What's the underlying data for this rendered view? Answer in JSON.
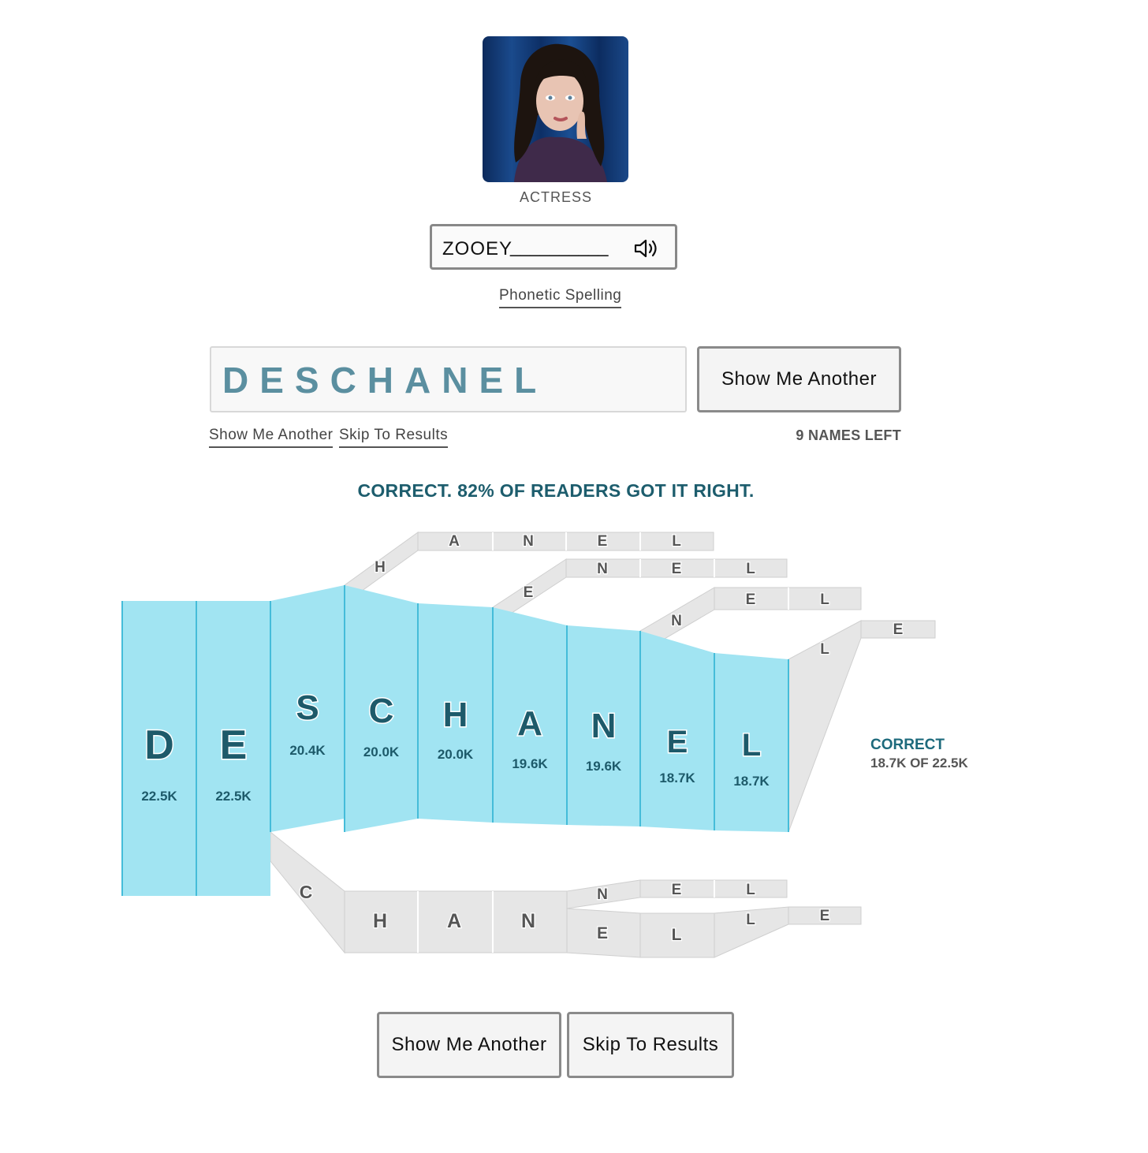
{
  "portrait": {
    "role": "ACTRESS"
  },
  "first_name": {
    "value": "ZOOEY",
    "blank": "__________"
  },
  "icons": {
    "speaker": "speaker-icon"
  },
  "links": {
    "phonetic": "Phonetic Spelling",
    "show_another": "Show Me Another",
    "skip": "Skip To Results"
  },
  "answer": "DESCHANEL",
  "buttons": {
    "show_another": "Show Me Another",
    "skip": "Skip To Results"
  },
  "names_left": "9 NAMES LEFT",
  "result_message": "CORRECT. 82% OF READERS GOT IT RIGHT.",
  "colors": {
    "correct_fill": "#a1e4f2",
    "correct_stroke": "#45bcd9",
    "wrong_fill": "#e5e5e5",
    "label": "#1d5a6a",
    "accent": "#1d5d6d"
  },
  "chart_data": {
    "type": "flow",
    "title": "",
    "correct_path": [
      {
        "letter": "D",
        "count": "22.5K"
      },
      {
        "letter": "E",
        "count": "22.5K"
      },
      {
        "letter": "S",
        "count": "20.4K"
      },
      {
        "letter": "C",
        "count": "20.0K"
      },
      {
        "letter": "H",
        "count": "20.0K"
      },
      {
        "letter": "A",
        "count": "19.6K"
      },
      {
        "letter": "N",
        "count": "19.6K"
      },
      {
        "letter": "E",
        "count": "18.7K"
      },
      {
        "letter": "L",
        "count": "18.7K"
      }
    ],
    "branches": [
      {
        "prefix": "DESC",
        "letters": [
          "H",
          "A",
          "N",
          "E",
          "L"
        ]
      },
      {
        "prefix": "DESCH",
        "letters": [
          "E",
          "N",
          "E",
          "L"
        ]
      },
      {
        "prefix": "DESCHAN",
        "letters": [
          "N",
          "E",
          "L"
        ]
      },
      {
        "prefix": "DESCHANEL",
        "letters": [
          "L",
          "E"
        ]
      },
      {
        "prefix": "DE",
        "letters": [
          "C",
          "H",
          "A",
          "N"
        ]
      },
      {
        "prefix": "DECHAN",
        "letters": [
          "N",
          "E",
          "L"
        ]
      },
      {
        "prefix": "DECHAN",
        "letters": [
          "E",
          "L",
          "L",
          "E"
        ]
      }
    ],
    "summary": {
      "label": "CORRECT",
      "detail": "18.7K OF 22.5K"
    }
  }
}
